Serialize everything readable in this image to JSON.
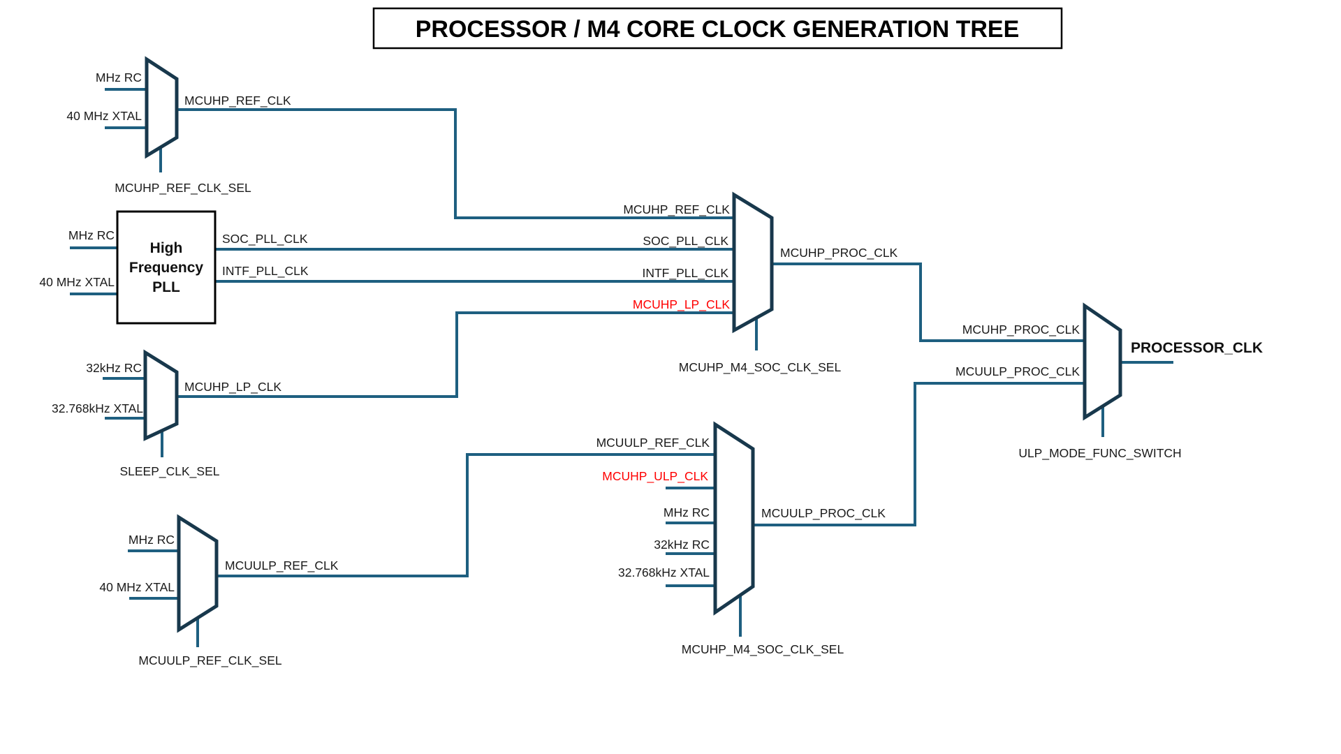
{
  "title": "PROCESSOR / M4 CORE CLOCK GENERATION TREE",
  "colors": {
    "wire": "#1e5f80",
    "mux_stroke": "#18384c",
    "text": "#1a1a1a",
    "highlight_red": "#ff0000",
    "box_border": "#000000",
    "background": "#ffffff"
  },
  "sources": {
    "mhz_rc": "MHz RC",
    "xtal_40mhz": "40 MHz XTAL",
    "rc_32khz": "32kHz RC",
    "xtal_32768": "32.768kHz XTAL"
  },
  "pll": {
    "line1": "High",
    "line2": "Frequency",
    "line3": "PLL"
  },
  "wires": {
    "mcuhp_ref_clk": "MCUHP_REF_CLK",
    "soc_pll_clk": "SOC_PLL_CLK",
    "intf_pll_clk": "INTF_PLL_CLK",
    "mcuhp_lp_clk": "MCUHP_LP_CLK",
    "mcuhp_proc_clk": "MCUHP_PROC_CLK",
    "mcuulp_ref_clk": "MCUULP_REF_CLK",
    "mcuhp_ulp_clk": "MCUHP_ULP_CLK",
    "mcuulp_proc_clk": "MCUULP_PROC_CLK",
    "processor_clk": "PROCESSOR_CLK"
  },
  "selects": {
    "mcuhp_ref_clk_sel": "MCUHP_REF_CLK_SEL",
    "mcuhp_m4_soc_clk_sel": "MCUHP_M4_SOC_CLK_SEL",
    "sleep_clk_sel": "SLEEP_CLK_SEL",
    "mcuulp_ref_clk_sel": "MCUULP_REF_CLK_SEL",
    "ulp_mode_func_switch": "ULP_MODE_FUNC_SWITCH"
  }
}
